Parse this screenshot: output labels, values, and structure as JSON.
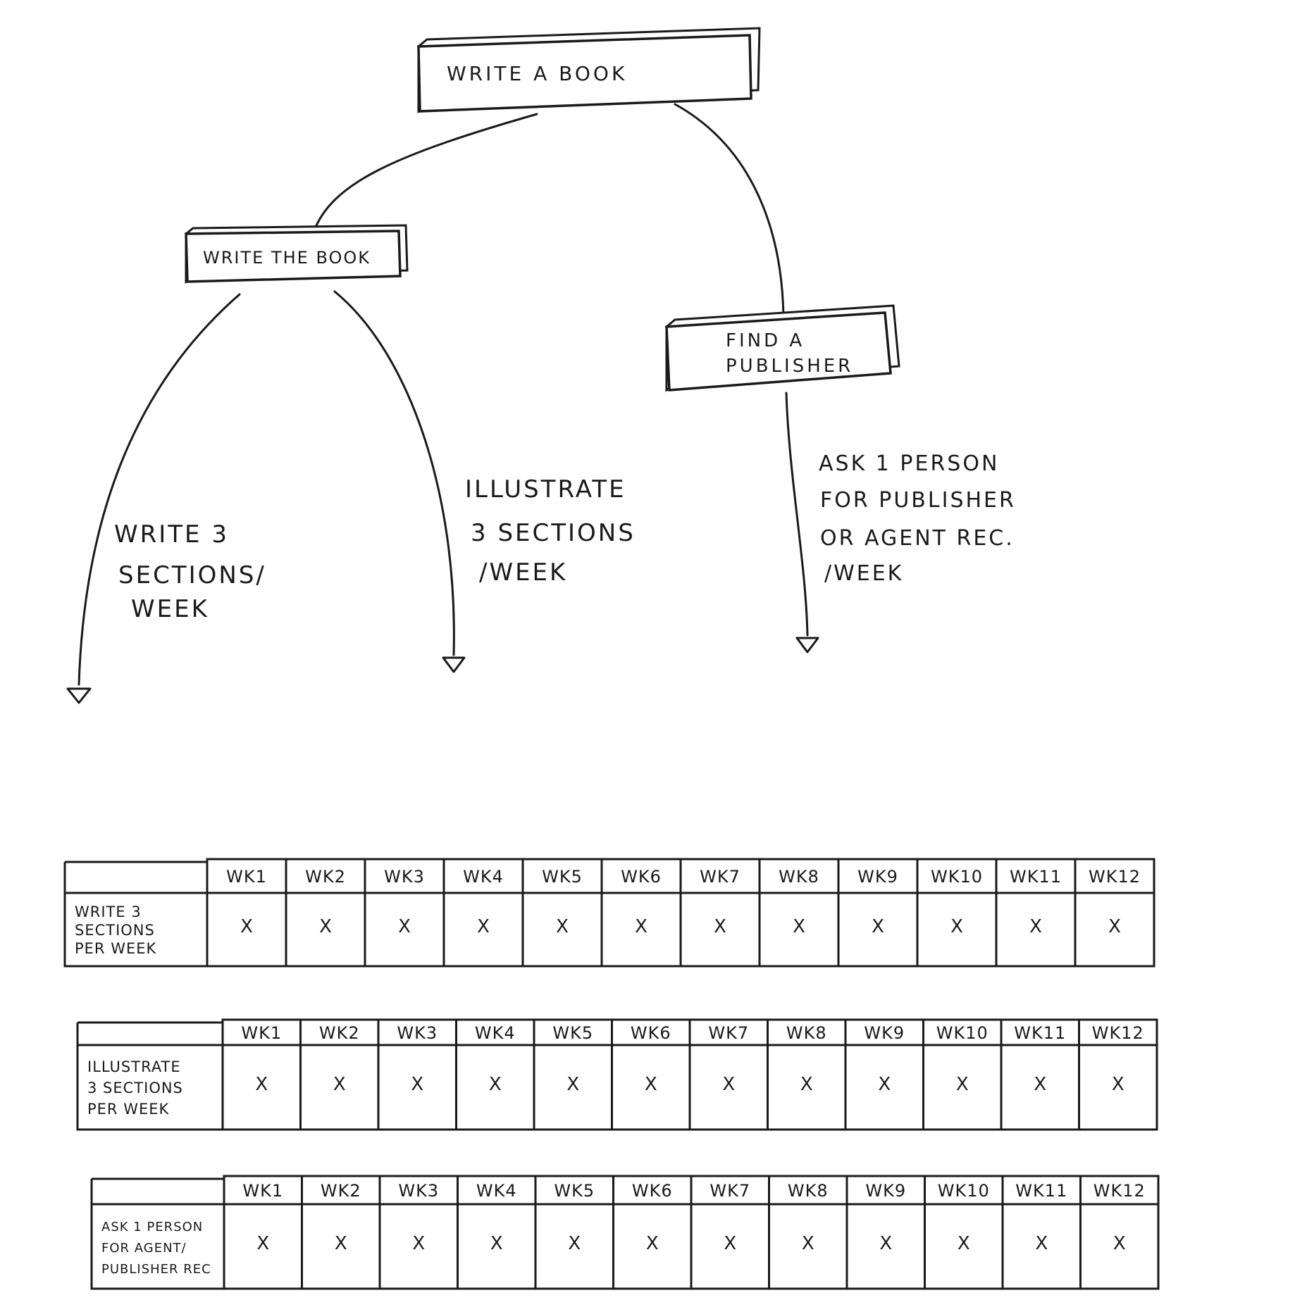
{
  "tree": {
    "root": {
      "label": "WRITE A BOOK"
    },
    "write_the_book": {
      "label": "WRITE THE BOOK"
    },
    "find_publisher": {
      "label_lines": [
        "FIND A",
        "PUBLISHER"
      ]
    }
  },
  "habits": {
    "write": {
      "lines": [
        "WRITE 3",
        "SECTIONS/",
        "WEEK"
      ]
    },
    "illustrate": {
      "lines": [
        "ILLUSTRATE",
        "3 SECTIONS",
        "/WEEK"
      ]
    },
    "ask": {
      "lines": [
        "ASK 1 PERSON",
        "FOR PUBLISHER",
        "OR AGENT REC.",
        "/WEEK"
      ]
    }
  },
  "tables": [
    {
      "row_label_lines": [
        "WRITE 3",
        "SECTIONS",
        "PER WEEK"
      ],
      "weeks": [
        "WK1",
        "WK2",
        "WK3",
        "WK4",
        "WK5",
        "WK6",
        "WK7",
        "WK8",
        "WK9",
        "WK10",
        "WK11",
        "WK12"
      ],
      "marks": [
        "X",
        "X",
        "X",
        "X",
        "X",
        "X",
        "X",
        "X",
        "X",
        "X",
        "X",
        "X"
      ]
    },
    {
      "row_label_lines": [
        "ILLUSTRATE",
        "3 SECTIONS",
        "PER WEEK"
      ],
      "weeks": [
        "WK1",
        "WK2",
        "WK3",
        "WK4",
        "WK5",
        "WK6",
        "WK7",
        "WK8",
        "WK9",
        "WK10",
        "WK11",
        "WK12"
      ],
      "marks": [
        "X",
        "X",
        "X",
        "X",
        "X",
        "X",
        "X",
        "X",
        "X",
        "X",
        "X",
        "X"
      ]
    },
    {
      "row_label_lines": [
        "ASK 1 PERSON",
        "FOR AGENT/",
        "PUBLISHER REC"
      ],
      "weeks": [
        "WK1",
        "WK2",
        "WK3",
        "WK4",
        "WK5",
        "WK6",
        "WK7",
        "WK8",
        "WK9",
        "WK10",
        "WK11",
        "WK12"
      ],
      "marks": [
        "X",
        "X",
        "X",
        "X",
        "X",
        "X",
        "X",
        "X",
        "X",
        "X",
        "X",
        "X"
      ]
    }
  ]
}
